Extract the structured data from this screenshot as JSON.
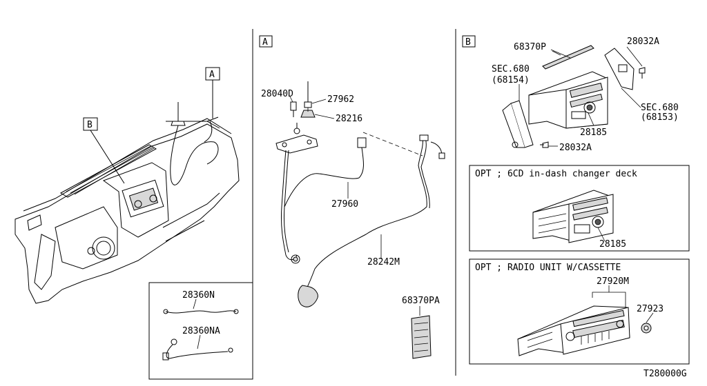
{
  "sections": {
    "overview": {
      "callouts": {
        "a": "A",
        "b": "B"
      },
      "part_28360N": "28360N",
      "part_28360NA": "28360NA"
    },
    "detail_a": {
      "title": "A",
      "parts": {
        "p28040D": "28040D",
        "p27962": "27962",
        "p28216": "28216",
        "p27960": "27960",
        "p28242M": "28242M",
        "p68370PA": "68370PA"
      }
    },
    "detail_b": {
      "title": "B",
      "parts": {
        "p68370P": "68370P",
        "p28032A_top": "28032A",
        "sec680_left": "SEC.680",
        "p68154": "(68154)",
        "sec680_right": "SEC.680",
        "p68153": "(68153)",
        "p28185": "28185",
        "p28032A_bottom": "28032A"
      },
      "option_6cd": {
        "title": "OPT ; 6CD in-dash changer deck",
        "part": "28185"
      },
      "option_cassette": {
        "title": "OPT ; RADIO UNIT W/CASSETTE",
        "part_unit": "27920M",
        "part_knob": "27923"
      }
    }
  },
  "diagram_code": "T280000G"
}
